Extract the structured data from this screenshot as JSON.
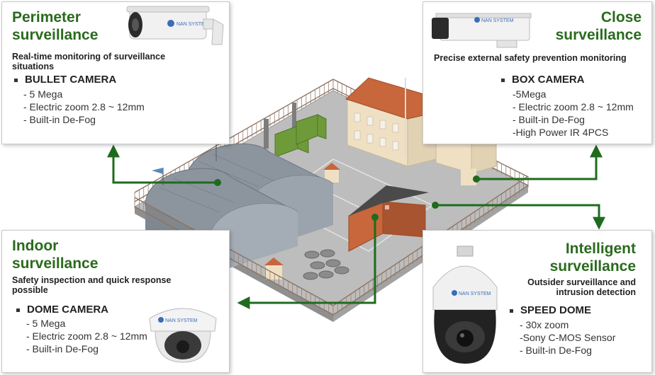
{
  "panels": {
    "perimeter": {
      "title_line1": "Perimeter",
      "title_line2": "surveillance",
      "subtitle_line1": "Real-time monitoring of surveillance",
      "subtitle_line2": "situations",
      "camera": "BULLET CAMERA",
      "specs": [
        "- 5 Mega",
        "- Electric zoom 2.8 ~ 12mm",
        "- Built-in De-Fog"
      ]
    },
    "close": {
      "title_line1": "Close",
      "title_line2": "surveillance",
      "subtitle_line1": "Precise external safety prevention monitoring",
      "camera": "BOX CAMERA",
      "specs": [
        "-5Mega",
        "- Electric zoom 2.8 ~ 12mm",
        "- Built-in De-Fog",
        "-High Power IR 4PCS"
      ]
    },
    "indoor": {
      "title_line1": "Indoor",
      "title_line2": "surveillance",
      "subtitle_line1": "Safety inspection and quick response",
      "subtitle_line2": "possible",
      "camera": "DOME CAMERA",
      "specs": [
        "- 5 Mega",
        "- Electric zoom 2.8 ~ 12mm",
        "- Built-in De-Fog"
      ]
    },
    "intelligent": {
      "title_line1": "Intelligent",
      "title_line2": "surveillance",
      "subtitle_line1": "Outsider surveillance and",
      "subtitle_line2": "intrusion detection",
      "camera": "SPEED DOME",
      "specs": [
        "- 30x zoom",
        "-Sony C-MOS Sensor",
        "- Built-in De-Fog"
      ]
    }
  },
  "brand_label": "NAN SYSTEM",
  "colors": {
    "accent_green": "#2a6a1e",
    "arrow_green": "#1e6b1e",
    "roof_orange": "#c8663c",
    "wall_cream": "#efe0c4",
    "ground_gray": "#b9b9b9",
    "hangar_gray": "#8c959e"
  },
  "icons": [
    "bullet-camera-icon",
    "box-camera-icon",
    "dome-camera-icon",
    "speed-dome-camera-icon"
  ]
}
